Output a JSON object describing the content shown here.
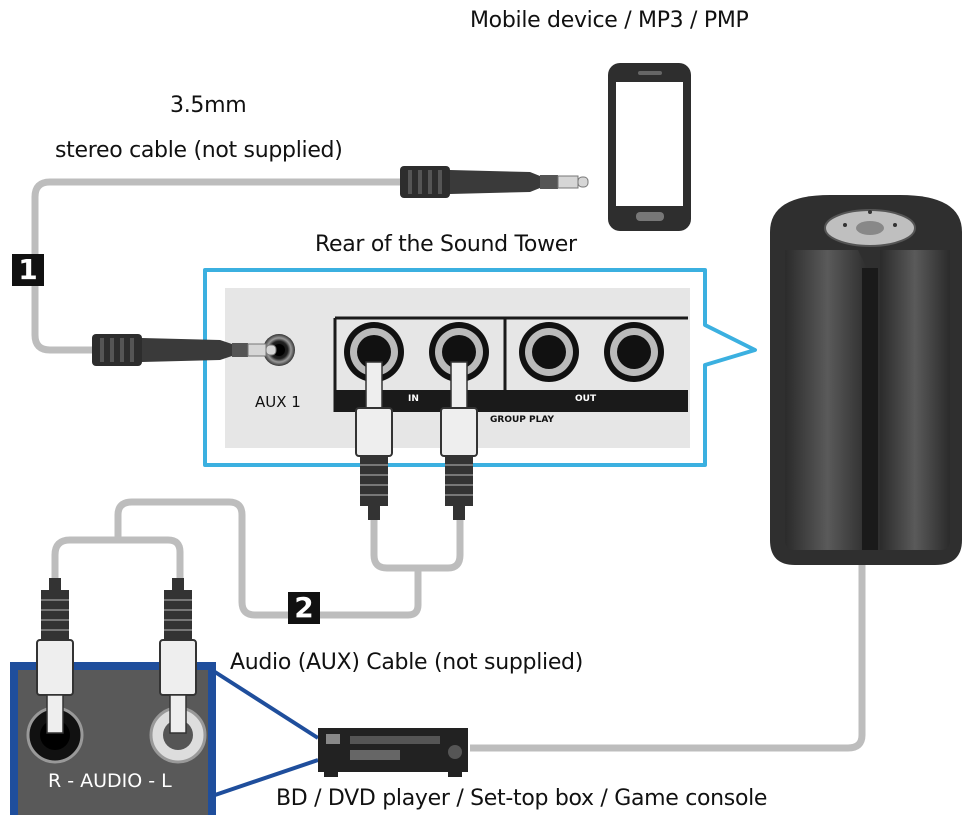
{
  "labels": {
    "mobile_device": "Mobile device / MP3 / PMP",
    "cable_size": "3.5mm",
    "stereo_cable": "stereo cable (not supplied)",
    "rear_title": "Rear of the Sound Tower",
    "aux1": "AUX 1",
    "in_label": "IN",
    "out_label": "OUT",
    "group_play": "GROUP PLAY",
    "audio_cable": "Audio (AUX) Cable (not supplied)",
    "audio_panel": "R - AUDIO - L",
    "source_devices": "BD / DVD player / Set-top box / Game console"
  },
  "steps": {
    "step1": "1",
    "step2": "2"
  },
  "colors": {
    "highlight_blue": "#3bb0e0",
    "panel_gray": "#e6e6e6",
    "cable_gray": "#bdbdbd",
    "device_dark": "#2a2a2a",
    "connector_blue": "#1f4e9c"
  },
  "icons": {
    "mobile": "smartphone-icon",
    "tower": "sound-tower-icon",
    "player": "bd-player-icon",
    "jack": "audio-jack-icon",
    "rca": "rca-plug-icon"
  }
}
